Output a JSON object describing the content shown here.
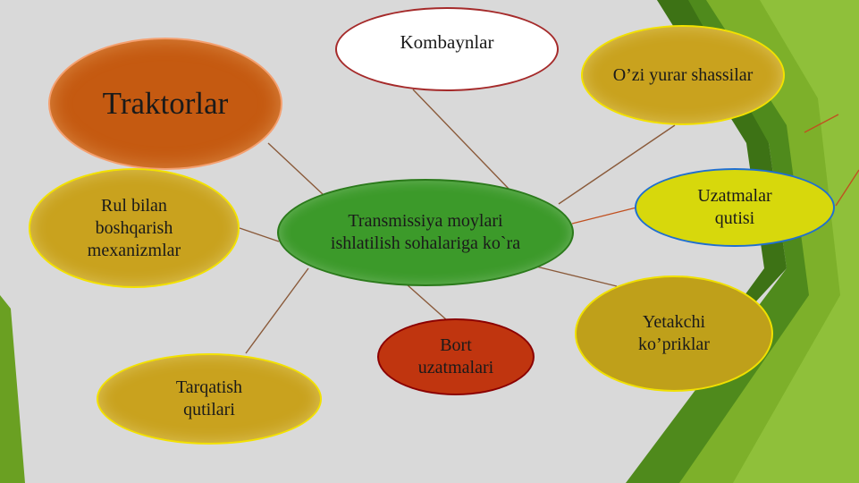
{
  "diagram": {
    "center": {
      "label": "Transmissiya moylari ishlatilish sohalariga ko`ra"
    },
    "nodes": {
      "traktorlar": "Traktorlar",
      "kombaynlar": "Kombaynlar",
      "ozi_yurar": "O’zi yurar shassilar",
      "rul": "Rul bilan boshqarish mexanizmlar",
      "uzatmalar": "Uzatmalar qutisi",
      "yetakchi": "Yetakchi ko’priklar",
      "bort": "Bort uzatmalari",
      "tarqatish": "Tarqatish qutilari"
    },
    "colors": {
      "background": "#d9d9d9",
      "accent_green": "#6aa022",
      "center_fill": "#3c9a2a",
      "gold_fill": "#c9a21e",
      "orange_fill": "#c55a11",
      "red_fill": "#c0350f",
      "yellow_fill": "#d7d80c"
    }
  }
}
